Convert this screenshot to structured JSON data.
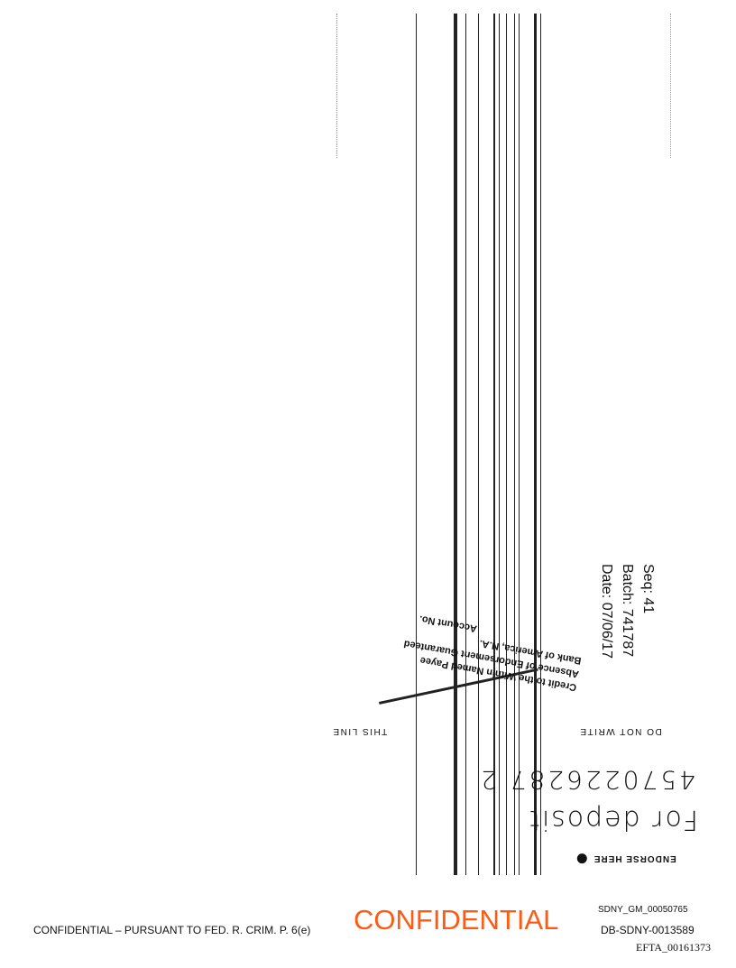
{
  "check_back": {
    "seq_label": "Seq: 41",
    "batch_label": "Batch: 741787",
    "date_label": "Date: 07/06/17",
    "do_not_write": "DO NOT WRITE",
    "this_line": "THIS LINE",
    "endorse_here": "ENDORSE HERE",
    "stamp": {
      "line1": "Account No.",
      "line2": "Bank of America, N.A.",
      "line3": "Absence of Endorsement Guaranteed",
      "line4": "Credit to the Within Named Payee"
    },
    "handwriting": {
      "account_number": "4570226287 2",
      "for_deposit": "For deposit"
    }
  },
  "footer": {
    "confidential_notice": "CONFIDENTIAL – PURSUANT TO FED. R. CRIM. P. 6(e)",
    "confidential_stamp": "CONFIDENTIAL",
    "stamp_color": "#ff5a14",
    "bates_1": "SDNY_GM_00050765",
    "bates_2": "DB-SDNY-0013589",
    "bates_3": "EFTA_00161373"
  }
}
